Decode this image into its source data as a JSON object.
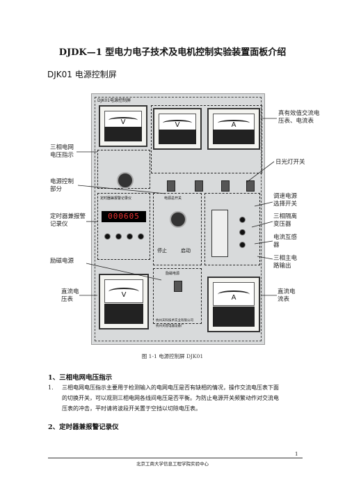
{
  "doc": {
    "title": "DJDK—1 型电力电子技术及电机控制实验装置面板介绍",
    "subtitle": "DJK01 电源控制屏",
    "figure_caption": "图 1-1   电源控制屏 DJK01",
    "section1_heading": "1、三相电网电压指示",
    "section1_num": "1.",
    "section1_text_line1": "三相电网电压指示主要用于检测输入的电网电压是否有缺相的情况，操作交流电压表下面",
    "section1_text_line2": "的切换开关，可以观测三相电网各线间电压是否平衡。为防止电源开关频繁动作对交流电",
    "section1_text_line3": "压表的冲击，平时请将波段开关置于空挡以切除电压表。",
    "section2_heading": "2、定时器兼报警记录仪",
    "page_number": "1",
    "footer": "北京工商大学信息工程学院实验中心"
  },
  "callouts": {
    "ac_meters": "真有效值交流电压表、电流表",
    "grid_voltage": "三相电网电压指示",
    "fluorescent_switch": "日光灯开关",
    "power_control": "电源控制部分",
    "regulator_switch": "调速电源选择开关",
    "isolation_transformer": "三相隔离变压器",
    "timer_alarm": "定时器兼报警记录仪",
    "current_transformer": "电流互感器",
    "excitation": "励磁电源",
    "main_output": "三相主电路输出",
    "dc_voltmeter": "直流电压表",
    "dc_ammeter": "直流电流表"
  },
  "panel": {
    "header": "DJK01电源控制屏",
    "meter_v1": "V",
    "meter_v2": "V",
    "meter_a1": "A",
    "meter_v3": "V",
    "meter_a2": "A",
    "timer_title": "定时器兼报警记录仪",
    "timer_digits": "000605",
    "power_title": "电源总开关",
    "stop": "停止",
    "start": "启动",
    "excitation_title": "励磁电源",
    "maker1": "杭州天科技术实业有限公司",
    "maker2": "杭州天煌电器设备厂"
  }
}
